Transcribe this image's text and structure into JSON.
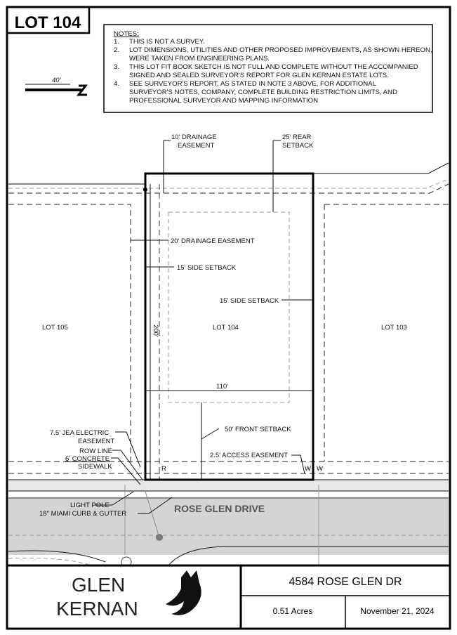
{
  "lot_label": "LOT 104",
  "scale": {
    "label": "40'"
  },
  "notes": {
    "heading": "NOTES:",
    "items": [
      {
        "num": "1.",
        "lines": [
          "THIS IS NOT A SURVEY."
        ]
      },
      {
        "num": "2.",
        "lines": [
          "LOT DIMENSIONS, UTILITIES AND OTHER PROPOSED IMPROVEMENTS, AS SHOWN HEREON,",
          "WERE TAKEN FROM ENGINEERING PLANS."
        ]
      },
      {
        "num": "3.",
        "lines": [
          "THIS LOT FIT BOOK SKETCH IS NOT FULL AND COMPLETE WITHOUT THE ACCOMPANIED",
          "SIGNED AND SEALED SURVEYOR'S REPORT FOR GLEN KERNAN ESTATE LOTS."
        ]
      },
      {
        "num": "4.",
        "lines": [
          "SEE SURVEYOR'S REPORT, AS STATED IN NOTE 3 ABOVE, FOR ADDITIONAL",
          "SURVEYOR'S NOTES, COMPANY, COMPLETE BUILDING RESTRICTION LIMITS, AND",
          "PROFESSIONAL SURVEYOR AND MAPPING INFORMATION"
        ]
      }
    ]
  },
  "plan": {
    "drainage_10": [
      "10' DRAINAGE",
      "EASEMENT"
    ],
    "rear_setback": [
      "25' REAR",
      "SETBACK"
    ],
    "drainage_20": "20' DRAINAGE EASEMENT",
    "side_setback_left": "15' SIDE SETBACK",
    "side_setback_right": "15' SIDE SETBACK",
    "lot_105": "LOT 105",
    "lot_104": "LOT 104",
    "lot_103": "LOT 103",
    "depth": "200'",
    "width": "110'",
    "front_setback": "50' FRONT SETBACK",
    "jea_easement": [
      "7.5' JEA ELECTRIC",
      "EASEMENT"
    ],
    "row_line": "ROW LINE",
    "sidewalk": [
      "6' CONCRETE",
      "SIDEWALK"
    ],
    "access_easement": "2.5' ACCESS EASEMENT",
    "light_pole": "LIGHT POLE",
    "curb": "18\" MIAMI CURB & GUTTER",
    "street": "ROSE GLEN DRIVE",
    "marker_r": "R",
    "marker_w": "W"
  },
  "title_block": {
    "logo_line1": "GLEN",
    "logo_line2": "KERNAN",
    "address": "4584 ROSE GLEN DR",
    "acreage": "0.51 Acres",
    "date": "November 21, 2024"
  }
}
